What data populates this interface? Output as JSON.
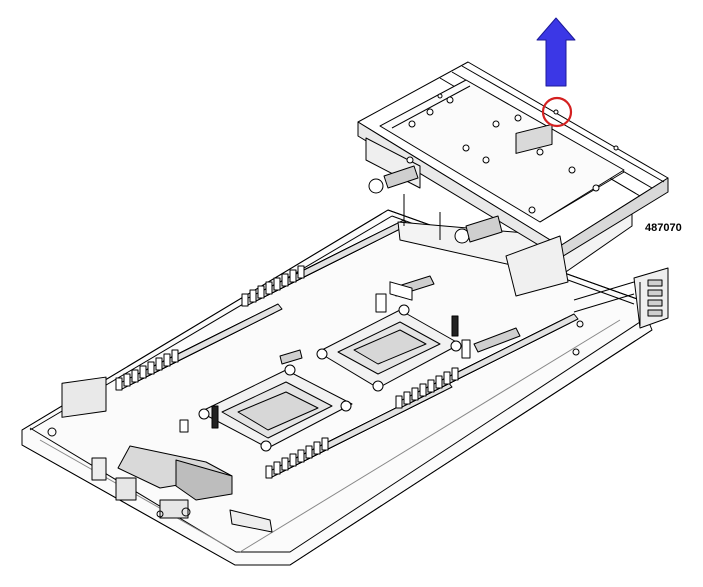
{
  "figure": {
    "id_label": "487070",
    "description_free": true
  },
  "annotations": {
    "arrow": {
      "direction": "up",
      "color": "#3b37e6"
    },
    "highlight": {
      "shape": "circle",
      "color": "#d42020"
    }
  },
  "colors": {
    "line": "#000000",
    "background": "#ffffff",
    "fill_light": "#f4f4f4",
    "fill_mid": "#d9d9d9"
  }
}
